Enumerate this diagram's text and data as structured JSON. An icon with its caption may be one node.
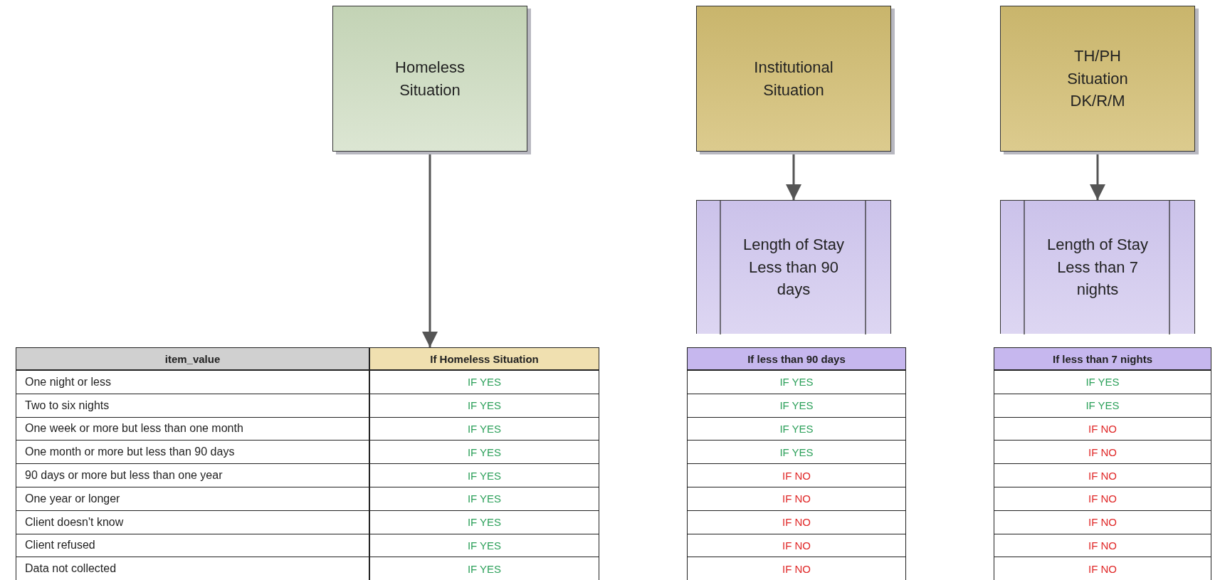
{
  "diagram": {
    "nodes": [
      {
        "text": [
          "Homeless Situation"
        ]
      },
      {
        "text": [
          "Institutional Situation"
        ]
      },
      {
        "text": [
          "TH/PH Situation DK/R/M"
        ]
      },
      {
        "text": [
          "Length of Stay Less than 90 days"
        ]
      },
      {
        "text": [
          "Length of Stay Less than 7 nights"
        ]
      },
      {
        "text": [
          "If Homeless Situation"
        ]
      },
      {
        "text": [
          "If less than 90 days"
        ]
      },
      {
        "text": [
          "If less than 7 nights"
        ]
      }
    ],
    "edges": [
      {
        "from": 0,
        "to": 5,
        "arrow": "to"
      },
      {
        "from": 1,
        "to": 3,
        "arrow": "to"
      },
      {
        "from": 2,
        "to": 4,
        "arrow": "to"
      }
    ],
    "labels": [
      "item_value",
      "One night or less",
      "IF YES",
      "IF YES",
      "IF YES",
      "Two to six nights",
      "IF YES",
      "IF YES",
      "IF YES",
      "One week or more but less than one month",
      "IF YES",
      "IF YES",
      "IF NO",
      "One month or more but less than 90 days",
      "IF YES",
      "IF YES",
      "IF NO",
      "90 days or more but less than one year",
      "IF YES",
      "IF NO",
      "IF NO",
      "One year or longer",
      "IF YES",
      "IF NO",
      "IF NO",
      "Client doesn't know",
      "IF YES",
      "IF NO",
      "IF NO",
      "Client refused",
      "IF YES",
      "IF NO",
      "IF NO",
      "Data not collected",
      "IF YES",
      "IF NO",
      "IF NO"
    ]
  }
}
